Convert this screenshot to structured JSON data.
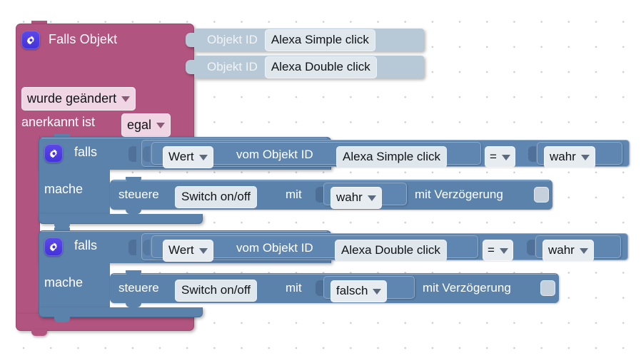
{
  "workspace": {
    "background": "#ffffff",
    "grid_dot_color": "#c9cdd4"
  },
  "colors": {
    "event_block": "#b1547f",
    "object_strip": "#b7c8d6",
    "if_block": "#5b82ab",
    "value_block": "#5e86b0",
    "field": "#e7ecf1",
    "icon_badge": "#4331db"
  },
  "event_block": {
    "icon": "gear-icon",
    "title": "Falls Objekt",
    "object_rows": [
      {
        "label": "Objekt ID",
        "value": "Alexa Simple click"
      },
      {
        "label": "Objekt ID",
        "value": "Alexa Double click"
      }
    ],
    "trigger_dropdown": "wurde geändert",
    "ack_label": "anerkannt ist",
    "ack_dropdown": "egal"
  },
  "if_blocks": [
    {
      "icon": "gear-icon",
      "if_label": "falls",
      "do_label": "mache",
      "condition": {
        "attribute_dropdown": "Wert",
        "of_label": "vom Objekt ID",
        "object_id": "Alexa Simple click",
        "operator_dropdown": "=",
        "compare_dropdown": "wahr"
      },
      "statement": {
        "verb": "steuere",
        "target": "Switch on/off",
        "with_label": "mit",
        "value_dropdown": "wahr",
        "delay_label": "mit Verzögerung",
        "delay_checkbox": "unchecked"
      }
    },
    {
      "icon": "gear-icon",
      "if_label": "falls",
      "do_label": "mache",
      "condition": {
        "attribute_dropdown": "Wert",
        "of_label": "vom Objekt ID",
        "object_id": "Alexa Double click",
        "operator_dropdown": "=",
        "compare_dropdown": "wahr"
      },
      "statement": {
        "verb": "steuere",
        "target": "Switch on/off",
        "with_label": "mit",
        "value_dropdown": "falsch",
        "delay_label": "mit Verzögerung",
        "delay_checkbox": "unchecked"
      }
    }
  ]
}
